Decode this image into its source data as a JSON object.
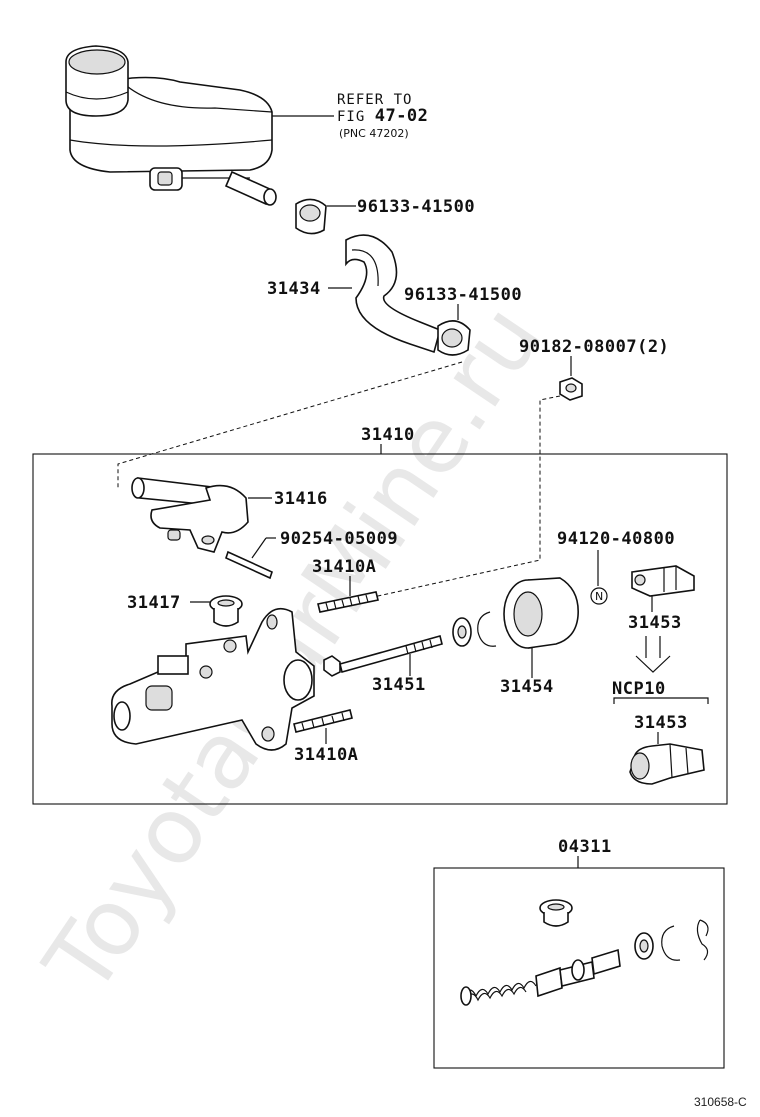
{
  "watermark": "ToyotaCarMine.ru",
  "reference": {
    "line1": "REFER TO",
    "line2_prefix": "FIG ",
    "line2_num": "47-02",
    "line3": "(PNC 47202)"
  },
  "labels": {
    "clip_upper": "96133-41500",
    "hose": "31434",
    "clip_lower": "96133-41500",
    "nut": "90182-08007(2)",
    "assembly": "31410",
    "union": "31416",
    "pin": "90254-05009",
    "stud_upper": "31410A",
    "plug": "31417",
    "n_marker": "N",
    "clevis_code": "94120-40800",
    "clevis": "31453",
    "push_rod": "31451",
    "boot": "31454",
    "stud_lower": "31410A",
    "variant": "NCP10",
    "clevis_variant": "31453",
    "kit": "04311"
  },
  "figure_code": "310658-C"
}
